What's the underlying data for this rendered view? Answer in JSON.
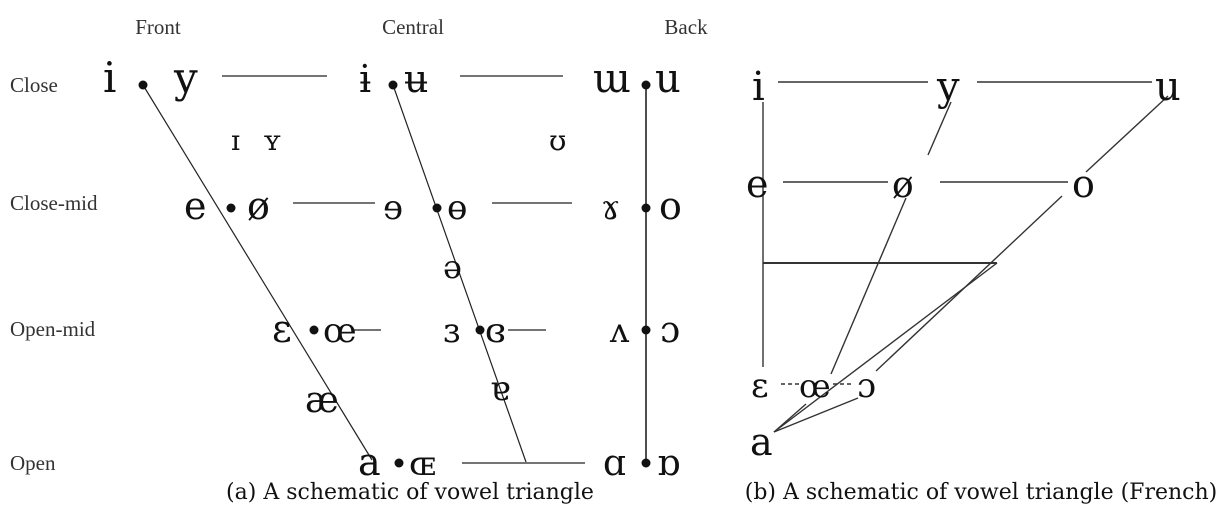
{
  "figure_a": {
    "columns": [
      "Front",
      "Central",
      "Back"
    ],
    "rows": [
      "Close",
      "Close-mid",
      "Open-mid",
      "Open"
    ],
    "vowels": {
      "close": [
        "i",
        "y",
        "ɨ",
        "ʉ",
        "ɯ",
        "u"
      ],
      "near_close": [
        "ɪ",
        "ʏ",
        "ʊ"
      ],
      "close_mid": [
        "e",
        "ø",
        "ɘ",
        "ɵ",
        "ɤ",
        "o"
      ],
      "mid": [
        "ə"
      ],
      "open_mid": [
        "ɛ",
        "œ",
        "ɜ",
        "ɞ",
        "ʌ",
        "ɔ"
      ],
      "near_open": [
        "æ",
        "ɐ"
      ],
      "open": [
        "a",
        "ɶ",
        "ɑ",
        "ɒ"
      ]
    },
    "caption": "(a) A schematic of vowel triangle"
  },
  "figure_b": {
    "vowels": {
      "top": [
        "i",
        "y",
        "u"
      ],
      "mid_upper": [
        "e",
        "ø",
        "o"
      ],
      "mid_lower": [
        "ɛ",
        "œ",
        "ɔ"
      ],
      "bottom": [
        "a"
      ]
    },
    "caption": "(b) A schematic of vowel triangle (French)"
  }
}
